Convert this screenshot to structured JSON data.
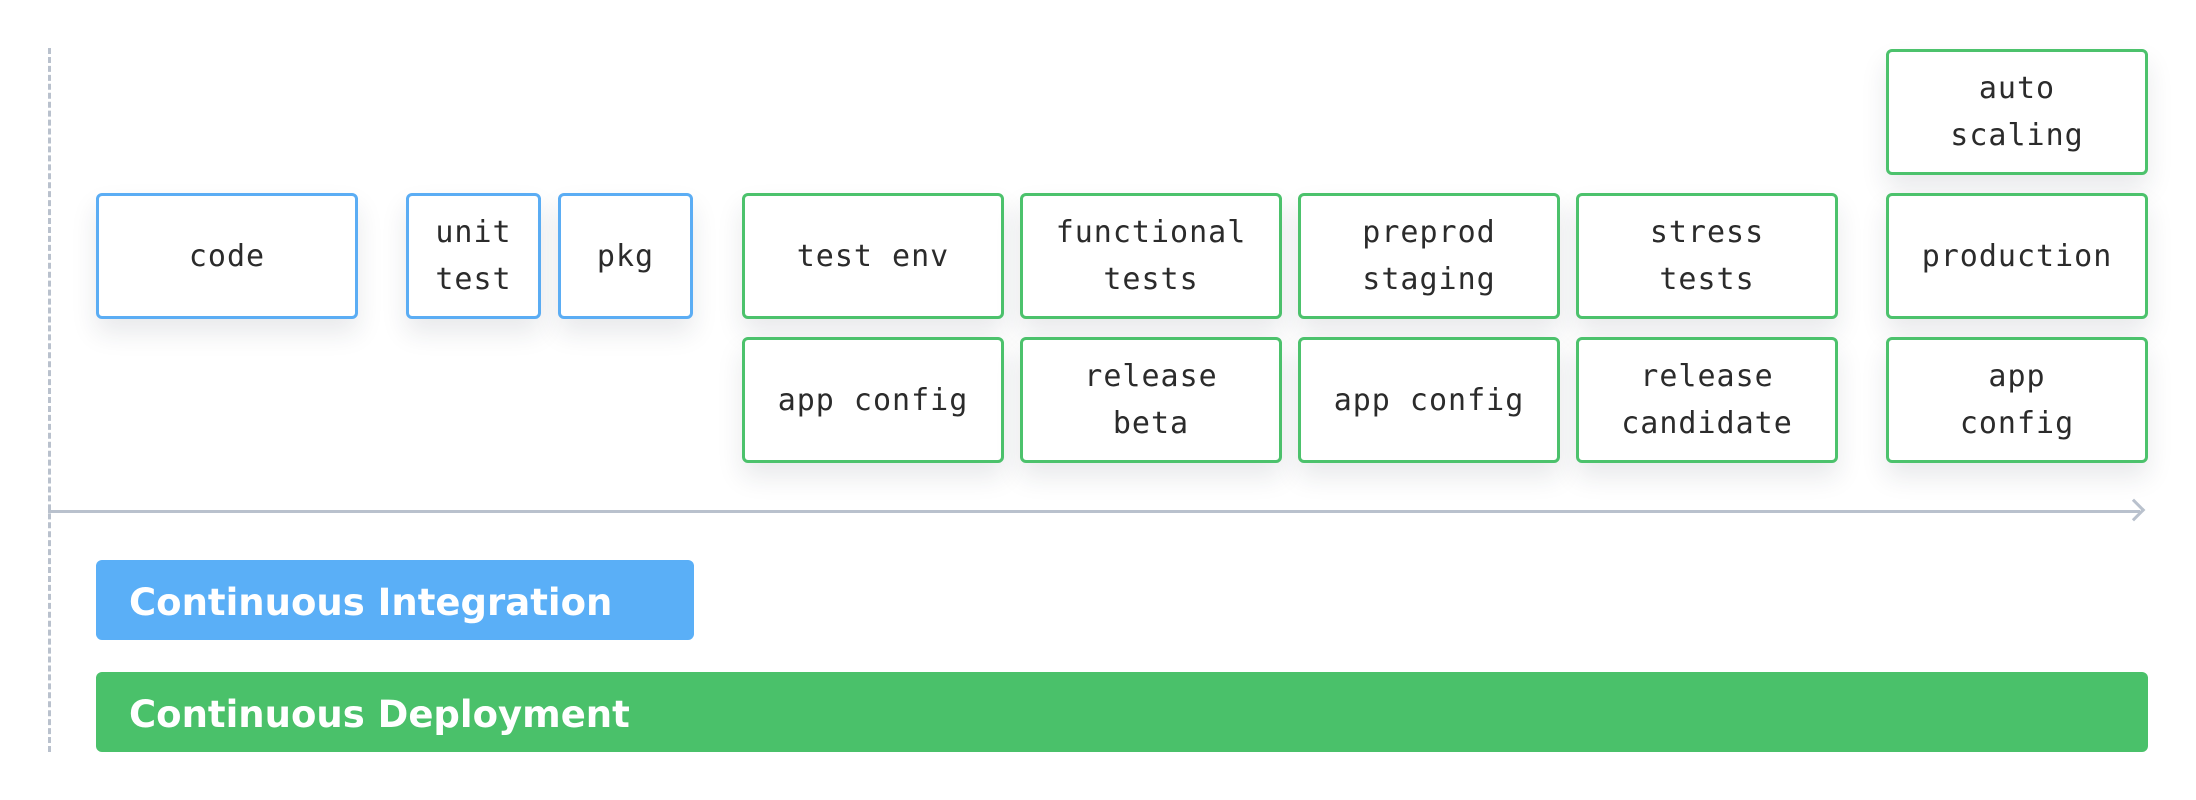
{
  "colors": {
    "ci_accent": "#5aaff7",
    "cd_accent": "#4ac16a",
    "axis": "#b9c1cd"
  },
  "stages": {
    "code": "code",
    "unit_test": "unit\ntest",
    "pkg": "pkg",
    "test_env": "test env",
    "functional_tests": "functional\ntests",
    "preprod_staging": "preprod\nstaging",
    "stress_tests": "stress\ntests",
    "production": "production",
    "auto_scaling": "auto\nscaling"
  },
  "configs": {
    "app_config_1": "app config",
    "release_beta": "release\nbeta",
    "app_config_2": "app config",
    "release_candidate": "release\ncandidate",
    "app_config_3": "app\nconfig"
  },
  "bands": {
    "ci": "Continuous Integration",
    "cd": "Continuous Deployment"
  }
}
